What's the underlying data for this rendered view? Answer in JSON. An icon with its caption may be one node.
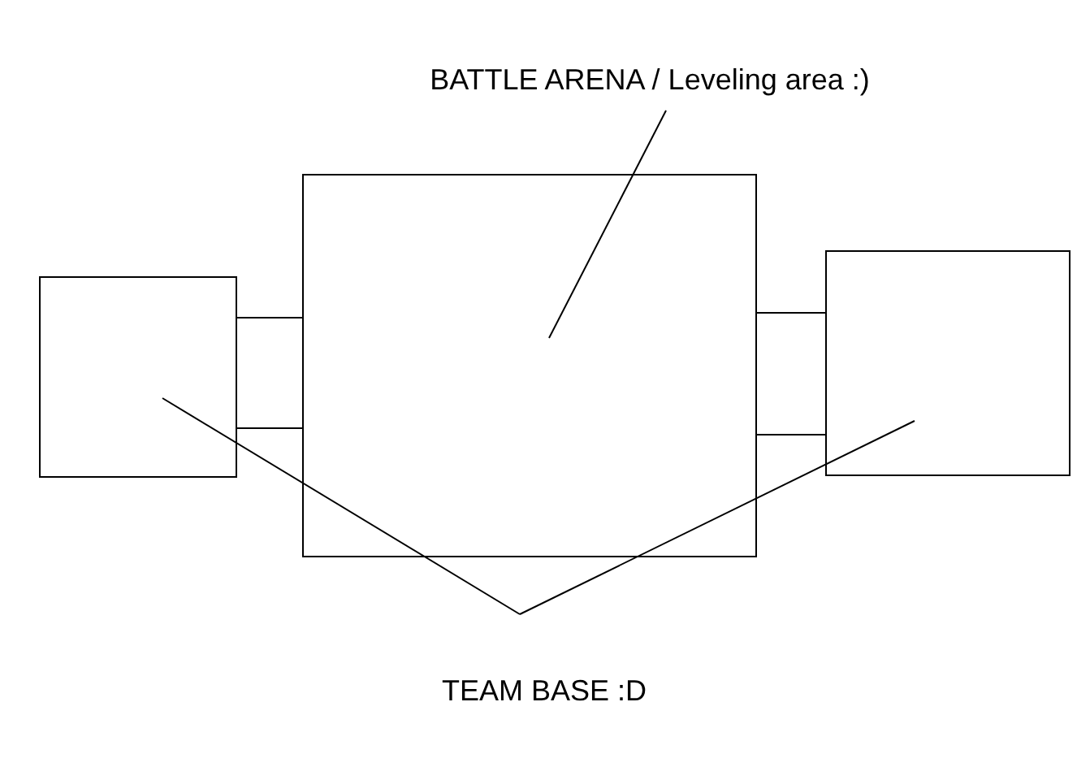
{
  "diagram": {
    "nodes": [
      {
        "text": [
          "BATTLE ARENA / Leveling area :)"
        ]
      },
      {
        "text": [],
        "shape": "box"
      },
      {
        "text": [],
        "shape": "box"
      },
      {
        "text": [],
        "shape": "box"
      },
      {
        "text": [],
        "shape": "box"
      },
      {
        "text": [],
        "shape": "box"
      },
      {
        "text": [
          "TEAM BASE :D"
        ]
      }
    ],
    "edges": [
      {
        "from": 0,
        "to": 3,
        "arrow": "none"
      },
      {
        "from": 6,
        "to": 1,
        "arrow": "none"
      },
      {
        "from": 6,
        "to": 5,
        "arrow": "none"
      }
    ]
  }
}
